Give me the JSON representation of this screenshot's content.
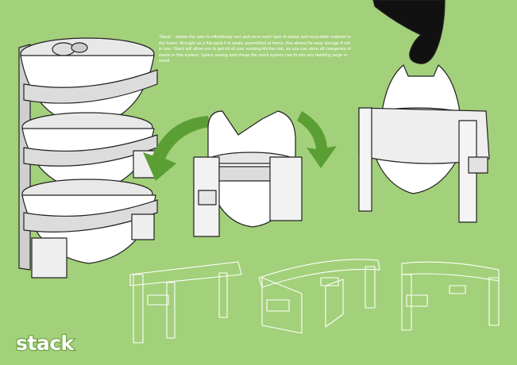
{
  "description": "'Stack' - allows the user to effortlessly sort and store each type of waste and recyclable material in the home. Brought as a flat pack it is easily assembled at home, this allows for easy storage if not in use. Stack will allow you to get rid of your existing kitchen bin, as you can store all categories of waste in this system. Space saving and cheap the stack system can fit into any dwelling large or small.",
  "brand": "stack",
  "colors": {
    "background": "#a3d07a",
    "arrow": "#5a9e34",
    "outline": "#ffffff",
    "hand": "#111111"
  },
  "icons": [
    "stacked-bins-illustration",
    "rotate-arrows",
    "hand-lifting-bag",
    "flat-pack-outlines"
  ]
}
